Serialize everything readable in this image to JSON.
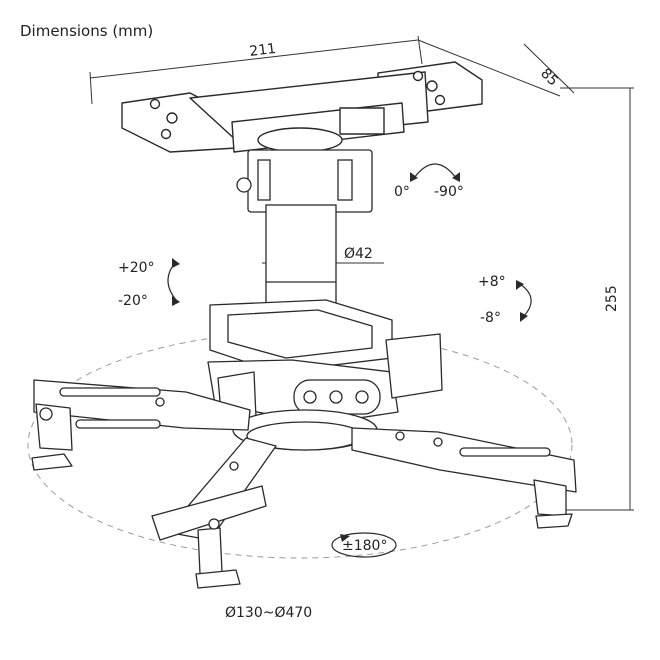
{
  "title": "Dimensions (mm)",
  "dimensions": {
    "width": "211",
    "depth": "85",
    "height": "255",
    "pole_diameter": "Ø42",
    "span_range": "Ø130~Ø470"
  },
  "rotations": {
    "roll_plus": "+20°",
    "roll_minus": "-20°",
    "pitch_zero": "0°",
    "pitch_minus": "-90°",
    "tilt_plus": "+8°",
    "tilt_minus": "-8°",
    "swivel": "±180°"
  },
  "colors": {
    "line": "#2a2a2a",
    "dashed": "#9a9a9a",
    "fill": "#ffffff"
  }
}
